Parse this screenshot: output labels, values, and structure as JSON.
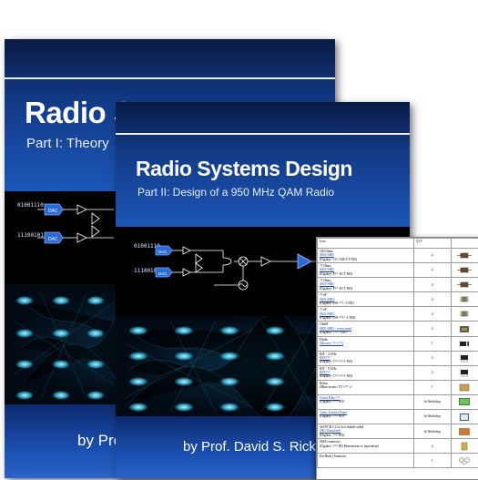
{
  "books": {
    "back": {
      "title": "Radio S",
      "subtitle": "Part I: Theory",
      "author": "by Pro"
    },
    "front": {
      "title": "Radio Systems Design",
      "subtitle": "Part II: Design of a 950 MHz QAM Radio",
      "author": "by Prof. David S. Ricke",
      "bits_a": "01001110",
      "bits_b": "11100101",
      "dac_label": "DAC"
    },
    "back_bits_a": "01001110",
    "back_bits_b": "11100101",
    "back_dac_label": "DAC"
  },
  "parts_table": {
    "headers": [
      "Item",
      "QTY",
      ""
    ],
    "rows": [
      {
        "name": "100 Ohms",
        "link": "0603 SMD",
        "part": "(Digikey: 311-100CCT-ND)",
        "qty": "2",
        "icon": "resistor-icon"
      },
      {
        "name": "?? Ohms",
        "link": "0603 SMD",
        "part": "(Digikey: P?? -ECT-ND)",
        "qty": "2",
        "icon": "resistor-icon"
      },
      {
        "name": "?? Ohms",
        "link": "0603 SMD",
        "part": "(Digikey: P?? -ECT-ND)",
        "qty": "4",
        "icon": "resistor-icon"
      },
      {
        "name": "?? nF",
        "link": "0603 SMD",
        "part": "(Digikey: 490-??? -1-ND)",
        "qty": "4",
        "icon": "capacitor-icon"
      },
      {
        "name": "?? nF",
        "link": "0603 SMD",
        "part": "(Digikey: 399-???? -1-ND)",
        "qty": "4",
        "icon": "capacitor-icon"
      },
      {
        "name": "10mH",
        "link": "0805 SMD - wirewound",
        "part": "(Digikey: ???? -ND)",
        "qty": "2",
        "icon": "inductor-icon"
      },
      {
        "name": "Diode",
        "link": "(Mouser: ???-???)",
        "part": "",
        "qty": "1",
        "icon": "diode-icon"
      },
      {
        "name": "BJT - 4 GHz",
        "link": "BFR???",
        "part": "(Digikey: ???-???-1-ND)",
        "qty": "2",
        "icon": "transistor-icon"
      },
      {
        "name": "BJT - 9 GHz",
        "link": "BFR???",
        "part": "(Digikey: ???-???-1-ND)",
        "qty": "2",
        "icon": "transistor-icon"
      },
      {
        "name": "Balun",
        "link": "",
        "part": "(Minicircuits: TC?-?? +)",
        "qty": "1",
        "icon": "balun-icon"
      },
      {
        "name": "",
        "link": "Green Film ???",
        "part": "(Digikey: ???-ND)",
        "qty": "In Workshop",
        "icon": "film-icon"
      },
      {
        "name": "",
        "link": "Toner Transfer Paper",
        "part": "(Digikey: ???-ND)",
        "qty": "In Workshop",
        "icon": "paper-icon"
      },
      {
        "name": "4x6 PCB 1/2 oz 1oz double sided",
        "link": "(MG Datasheet)",
        "part": "(Digikey: ???-ND)",
        "qty": "In Workshop",
        "icon": "pcb-icon"
      },
      {
        "name": "SMA connector",
        "link": "",
        "part": "(Digikey: ???-ND Dimensions or equivalent)",
        "qty": "2",
        "icon": "connector-icon"
      },
      {
        "name": "Ear Buds (Amazon)",
        "link": "",
        "part": "",
        "qty": "1",
        "icon": "earbuds-icon"
      }
    ]
  },
  "colors": {
    "band_blue": "#1b56b8",
    "circuit_bg": "#000000",
    "constellation": "#3fd6ff",
    "link": "#1a3fd1"
  }
}
